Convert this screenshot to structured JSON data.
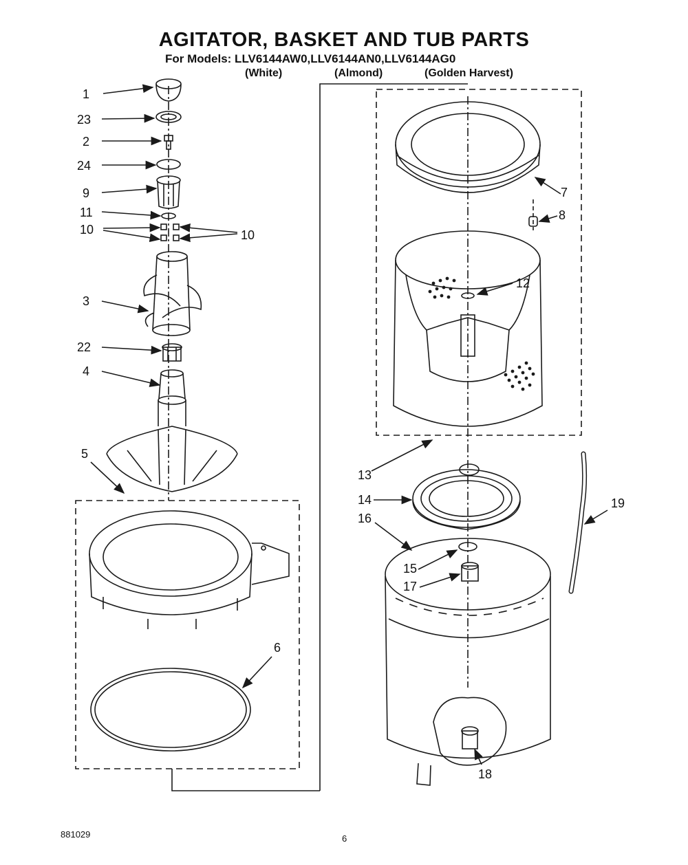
{
  "header": {
    "title": "AGITATOR, BASKET AND TUB PARTS",
    "subtitle": "For Models: LLV6144AW0,LLV6144AN0,LLV6144AG0",
    "colors": [
      "(White)",
      "(Almond)",
      "(Golden Harvest)"
    ]
  },
  "callouts": {
    "c1": "1",
    "c23": "23",
    "c2": "2",
    "c24": "24",
    "c9": "9",
    "c11": "11",
    "c10a": "10",
    "c10b": "10",
    "c3": "3",
    "c22": "22",
    "c4": "4",
    "c5": "5",
    "c6": "6",
    "c7": "7",
    "c8": "8",
    "c12": "12",
    "c13": "13",
    "c14": "14",
    "c16": "16",
    "c15": "15",
    "c17": "17",
    "c18": "18",
    "c19": "19"
  },
  "footer": {
    "code": "881029",
    "page": "6"
  },
  "style": {
    "ink": "#1a1a1a",
    "paper": "#ffffff"
  }
}
